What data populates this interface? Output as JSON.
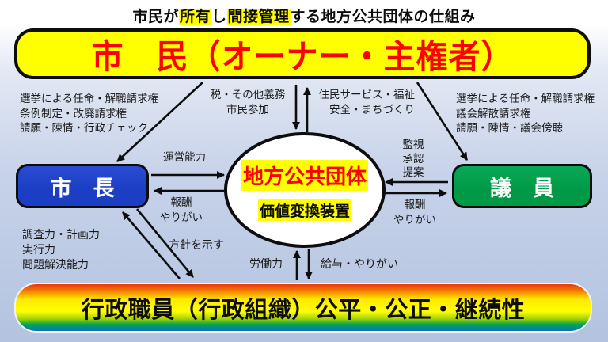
{
  "colors": {
    "highlight": "#ffff00",
    "banner-yellow": "#ffff00",
    "banner-text-red": "#ff0000",
    "mayor-blue": "#1b3ec4",
    "council-green": "#009a47"
  },
  "title": {
    "seg1": "市民が",
    "seg2": "所有",
    "seg3": "し",
    "seg4": "間接管理",
    "seg5": "する地方公共団体の仕組み"
  },
  "citizens": {
    "label": "市　民（オーナー・主権者）"
  },
  "mayor": {
    "label": "市　長"
  },
  "council": {
    "label": "議　員"
  },
  "organization": {
    "line1": "地方公共団体",
    "line2": "価値変換装置"
  },
  "staff": {
    "label": "行政職員（行政組織）公平・公正・継続性"
  },
  "labels": {
    "citizen_rights_mayor": [
      "選挙による任命・解職請求権",
      "条例制定・改廃請求権",
      "請願・陳情・行政チェック"
    ],
    "citizen_rights_council": [
      "選挙による任命・解職請求権",
      "議会解散請求権",
      "請願・陳情・議会傍聴"
    ],
    "citizens_to_org": [
      "税・その他義務",
      "市民参加"
    ],
    "org_to_citizens": [
      "住民サービス・福祉",
      "安全・まちづくり"
    ],
    "mayor_to_org": "運営能力",
    "org_to_mayor": [
      "報酬",
      "やりがい"
    ],
    "council_to_org": [
      "監視",
      "承認",
      "提案"
    ],
    "org_to_council": [
      "報酬",
      "やりがい"
    ],
    "mayor_abilities": [
      "調査力・計画力",
      "実行力",
      "問題解決能力"
    ],
    "mayor_to_staff": "方針を示す",
    "staff_to_org": "労働力",
    "org_to_staff": "給与・やりがい"
  }
}
